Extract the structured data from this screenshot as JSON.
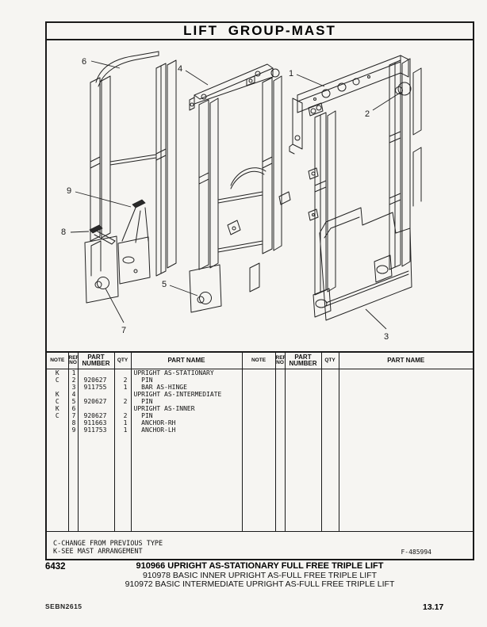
{
  "header": {
    "title": "LIFT GROUP-MAST"
  },
  "callouts": {
    "c1": "1",
    "c2": "2",
    "c3": "3",
    "c4": "4",
    "c5": "5",
    "c6": "6",
    "c7": "7",
    "c8": "8",
    "c9": "9"
  },
  "table": {
    "headers": {
      "note": "NOTE",
      "ref_no": "REF NO",
      "part_number": "PART NUMBER",
      "qty": "QTY",
      "part_name": "PART NAME"
    },
    "rows": [
      {
        "note": "K",
        "ref": "1",
        "part_number": "",
        "qty": "",
        "part_name": "UPRIGHT AS-STATIONARY"
      },
      {
        "note": "C",
        "ref": "2",
        "part_number": "920627",
        "qty": "2",
        "part_name": "  PIN"
      },
      {
        "note": "",
        "ref": "3",
        "part_number": "911755",
        "qty": "1",
        "part_name": "  BAR AS-HINGE"
      },
      {
        "note": "K",
        "ref": "4",
        "part_number": "",
        "qty": "",
        "part_name": "UPRIGHT AS-INTERMEDIATE"
      },
      {
        "note": "C",
        "ref": "5",
        "part_number": "920627",
        "qty": "2",
        "part_name": "  PIN"
      },
      {
        "note": "K",
        "ref": "6",
        "part_number": "",
        "qty": "",
        "part_name": "UPRIGHT AS-INNER"
      },
      {
        "note": "C",
        "ref": "7",
        "part_number": "920627",
        "qty": "2",
        "part_name": "  PIN"
      },
      {
        "note": "",
        "ref": "8",
        "part_number": "911663",
        "qty": "1",
        "part_name": "  ANCHOR-RH"
      },
      {
        "note": "",
        "ref": "9",
        "part_number": "911753",
        "qty": "1",
        "part_name": "  ANCHOR-LH"
      }
    ]
  },
  "footnotes": {
    "line1": "C-CHANGE FROM PREVIOUS TYPE",
    "line2": "K-SEE MAST ARRANGEMENT"
  },
  "references": {
    "form_number": "F-485994",
    "figure_number": "6432",
    "doc_number": "SEBN2615",
    "page_number": "13.17"
  },
  "captions": {
    "line1": "910966 UPRIGHT AS-STATIONARY FULL FREE TRIPLE LIFT",
    "line2": "910978 BASIC INNER UPRIGHT AS-FULL FREE TRIPLE LIFT",
    "line3": "910972 BASIC INTERMEDIATE UPRIGHT AS-FULL FREE TRIPLE LIFT"
  }
}
